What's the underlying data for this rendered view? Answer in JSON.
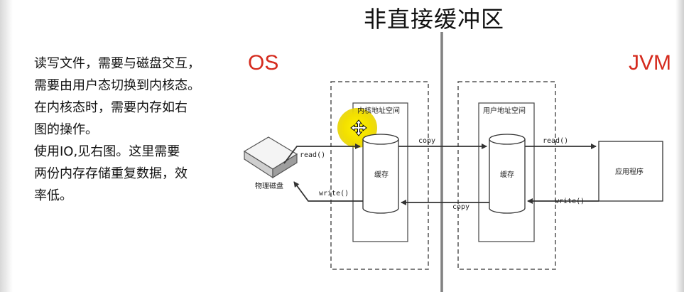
{
  "slide": {
    "title": "非直接缓冲区",
    "description_lines": [
      "读写文件，需要与磁盘交互，",
      "需要由用户态切换到内核态。",
      "在内核态时，需要内存如右",
      "图的操作。",
      "使用IO,见右图。这里需要",
      "两份内存存储重复数据，效",
      "率低。"
    ],
    "os_label": "OS",
    "jvm_label": "JVM"
  },
  "diagram": {
    "disk_label": "物理磁盘",
    "kernel_space_label": "内核地址空间",
    "kernel_buffer_label": "缓存",
    "user_space_label": "用户地址空间",
    "user_buffer_label": "缓存",
    "app_label": "应用程序",
    "read_left": "read()",
    "write_left": "write()",
    "copy_top": "copy",
    "copy_bottom": "copy",
    "read_right": "read()",
    "write_right": "write()"
  },
  "colors": {
    "accent_red": "#d52b1e",
    "highlight_yellow": "#f5e600",
    "line": "#333333",
    "dashed": "#555555"
  }
}
